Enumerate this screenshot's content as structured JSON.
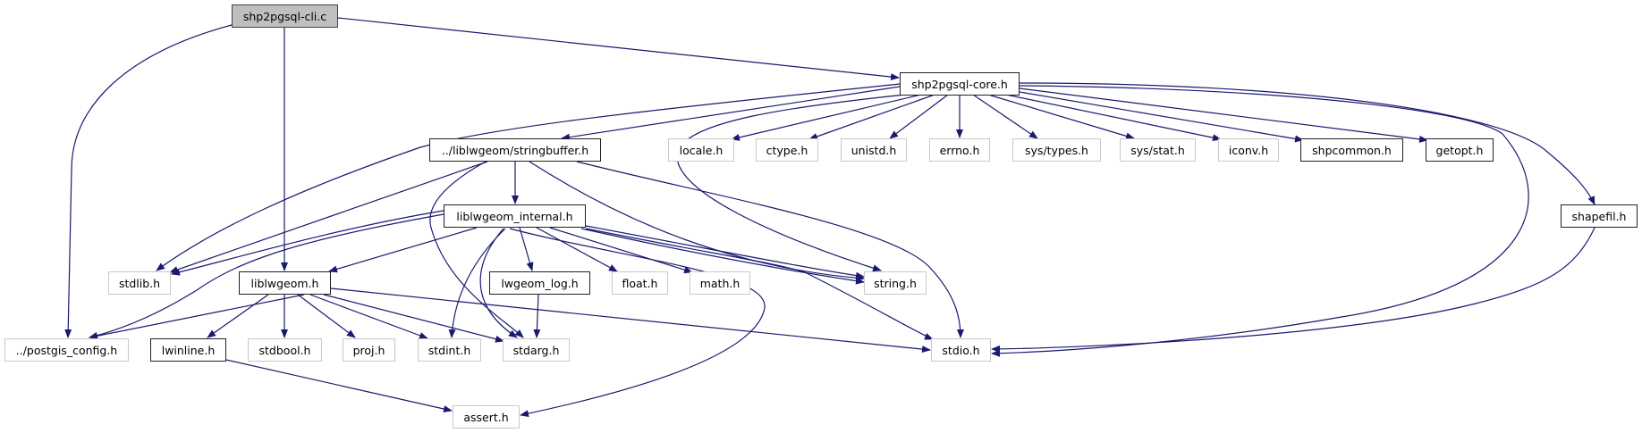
{
  "graph": {
    "edge_color": "#191970",
    "root_fill": "#bfbfbf",
    "external_border": "#c8c8c8",
    "nodes": [
      {
        "id": "cli",
        "label": "shp2pgsql-cli.c",
        "kind": "root"
      },
      {
        "id": "core",
        "label": "shp2pgsql-core.h",
        "kind": "documented"
      },
      {
        "id": "stringbuffer",
        "label": "../liblwgeom/stringbuffer.h",
        "kind": "documented"
      },
      {
        "id": "locale",
        "label": "locale.h",
        "kind": "external"
      },
      {
        "id": "ctype",
        "label": "ctype.h",
        "kind": "external"
      },
      {
        "id": "unistd",
        "label": "unistd.h",
        "kind": "external"
      },
      {
        "id": "errno",
        "label": "errno.h",
        "kind": "external"
      },
      {
        "id": "systypes",
        "label": "sys/types.h",
        "kind": "external"
      },
      {
        "id": "sysstat",
        "label": "sys/stat.h",
        "kind": "external"
      },
      {
        "id": "iconv",
        "label": "iconv.h",
        "kind": "external"
      },
      {
        "id": "shpcommon",
        "label": "shpcommon.h",
        "kind": "documented"
      },
      {
        "id": "getopt",
        "label": "getopt.h",
        "kind": "documented"
      },
      {
        "id": "internal",
        "label": "liblwgeom_internal.h",
        "kind": "documented"
      },
      {
        "id": "shapefil",
        "label": "shapefil.h",
        "kind": "documented"
      },
      {
        "id": "stdlib",
        "label": "stdlib.h",
        "kind": "external"
      },
      {
        "id": "liblwgeom",
        "label": "liblwgeom.h",
        "kind": "documented"
      },
      {
        "id": "lwgeomlog",
        "label": "lwgeom_log.h",
        "kind": "documented"
      },
      {
        "id": "float",
        "label": "float.h",
        "kind": "external"
      },
      {
        "id": "math",
        "label": "math.h",
        "kind": "external"
      },
      {
        "id": "string",
        "label": "string.h",
        "kind": "external"
      },
      {
        "id": "postgisconfig",
        "label": "../postgis_config.h",
        "kind": "external"
      },
      {
        "id": "lwinline",
        "label": "lwinline.h",
        "kind": "documented"
      },
      {
        "id": "stdbool",
        "label": "stdbool.h",
        "kind": "external"
      },
      {
        "id": "proj",
        "label": "proj.h",
        "kind": "external"
      },
      {
        "id": "stdint",
        "label": "stdint.h",
        "kind": "external"
      },
      {
        "id": "stdarg",
        "label": "stdarg.h",
        "kind": "external"
      },
      {
        "id": "stdio",
        "label": "stdio.h",
        "kind": "external"
      },
      {
        "id": "assert",
        "label": "assert.h",
        "kind": "external"
      }
    ],
    "edges": [
      [
        "cli",
        "core"
      ],
      [
        "cli",
        "liblwgeom"
      ],
      [
        "cli",
        "postgisconfig"
      ],
      [
        "core",
        "stdlib"
      ],
      [
        "core",
        "stringbuffer"
      ],
      [
        "core",
        "string"
      ],
      [
        "core",
        "locale"
      ],
      [
        "core",
        "ctype"
      ],
      [
        "core",
        "unistd"
      ],
      [
        "core",
        "errno"
      ],
      [
        "core",
        "systypes"
      ],
      [
        "core",
        "sysstat"
      ],
      [
        "core",
        "iconv"
      ],
      [
        "core",
        "shpcommon"
      ],
      [
        "core",
        "getopt"
      ],
      [
        "core",
        "stdio"
      ],
      [
        "core",
        "shapefil"
      ],
      [
        "stringbuffer",
        "stdlib"
      ],
      [
        "stringbuffer",
        "internal"
      ],
      [
        "stringbuffer",
        "stdarg"
      ],
      [
        "stringbuffer",
        "string"
      ],
      [
        "stringbuffer",
        "stdio"
      ],
      [
        "internal",
        "stdlib"
      ],
      [
        "internal",
        "postgisconfig"
      ],
      [
        "internal",
        "liblwgeom"
      ],
      [
        "internal",
        "lwgeomlog"
      ],
      [
        "internal",
        "float"
      ],
      [
        "internal",
        "math"
      ],
      [
        "internal",
        "string"
      ],
      [
        "internal",
        "stdio"
      ],
      [
        "internal",
        "stdint"
      ],
      [
        "internal",
        "stdarg"
      ],
      [
        "internal",
        "assert"
      ],
      [
        "liblwgeom",
        "postgisconfig"
      ],
      [
        "liblwgeom",
        "lwinline"
      ],
      [
        "liblwgeom",
        "stdbool"
      ],
      [
        "liblwgeom",
        "proj"
      ],
      [
        "liblwgeom",
        "stdint"
      ],
      [
        "liblwgeom",
        "stdarg"
      ],
      [
        "liblwgeom",
        "stdio"
      ],
      [
        "lwgeomlog",
        "stdarg"
      ],
      [
        "lwinline",
        "assert"
      ],
      [
        "shapefil",
        "stdio"
      ]
    ]
  }
}
